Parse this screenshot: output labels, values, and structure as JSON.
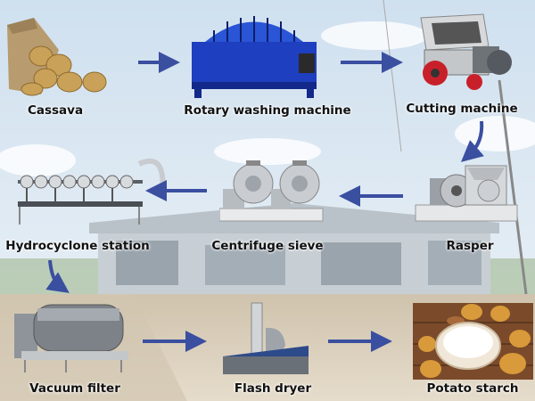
{
  "steps": [
    {
      "id": "cassava",
      "label": "Cassava"
    },
    {
      "id": "rotary",
      "label": "Rotary washing machine"
    },
    {
      "id": "cutting",
      "label": "Cutting machine"
    },
    {
      "id": "rasper",
      "label": "Rasper"
    },
    {
      "id": "centrifuge",
      "label": "Centrifuge sieve"
    },
    {
      "id": "hydro",
      "label": "Hydrocyclone station"
    },
    {
      "id": "vacuum",
      "label": "Vacuum filter"
    },
    {
      "id": "flash",
      "label": "Flash dryer"
    },
    {
      "id": "starch",
      "label": "Potato starch"
    }
  ],
  "colors": {
    "arrow": "#3a4fa0",
    "washer_blue": "#1e3fbf",
    "sky": "#dbe7f1",
    "ground": "#d8cbb6"
  }
}
